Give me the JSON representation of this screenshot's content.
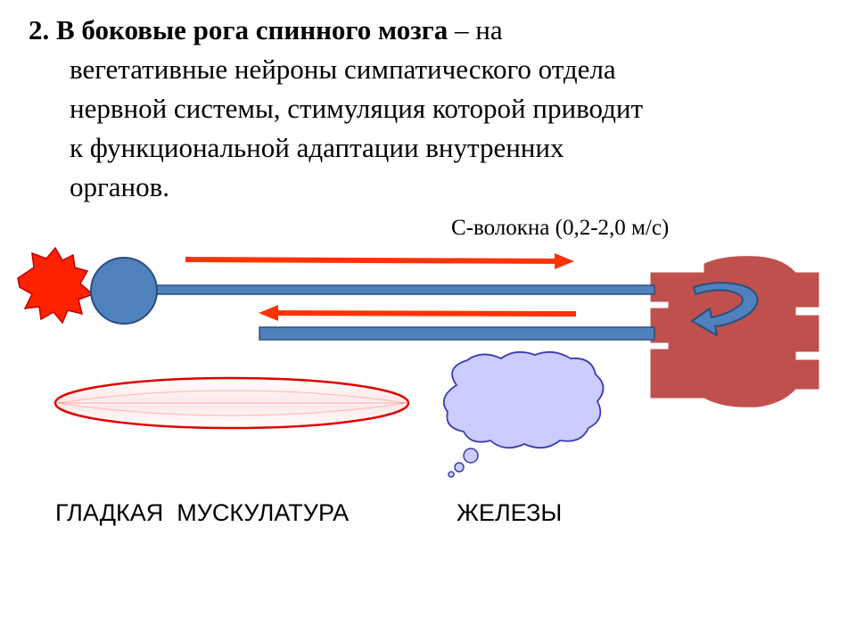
{
  "heading": {
    "number": "2.",
    "bold_text": "В боковые рога спинного мозга",
    "rest_first_line": " – на",
    "lines": [
      "вегетативные нейроны симпатического отдела",
      "нервной системы, стимуляция которой приводит",
      "к функциональной адаптации внутренних",
      "органов."
    ]
  },
  "fiber_label": "С-волокна (0,2-2,0 м/с)",
  "targets": {
    "smooth_muscle": "ГЛАДКАЯ  МУСКУЛАТУРА",
    "glands": "ЖЕЛЕЗЫ"
  },
  "colors": {
    "neuron_body": "#4f81bd",
    "axon": "#4f81bd",
    "arrow": "#ff3300",
    "stimulus": "#ff2200",
    "organ": "#c0504d",
    "gland_cloud": "#ccccff",
    "muscle_outline": "#e00000"
  }
}
